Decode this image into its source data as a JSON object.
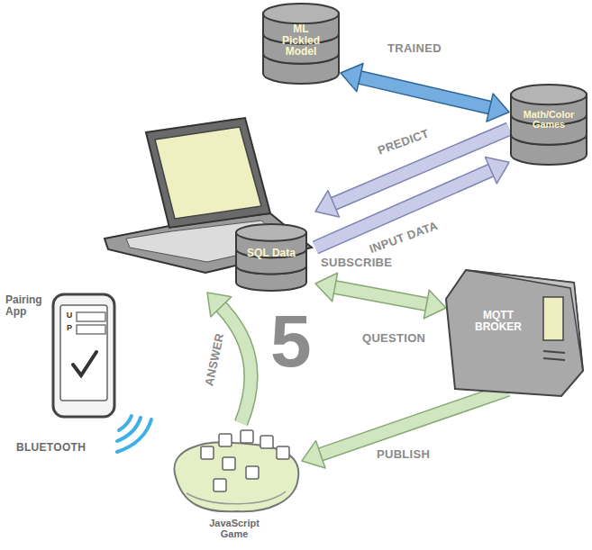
{
  "diagram": {
    "nodes": [
      {
        "text": [
          "ML Pickled Model"
        ]
      },
      {
        "text": [
          "Math/Color Games"
        ]
      },
      {
        "text": [
          "SQL Data"
        ]
      },
      {
        "text": [
          "MQTT BROKER"
        ]
      },
      {
        "text": [
          "Pairing App",
          "U",
          "P"
        ]
      },
      {
        "text": [
          "JavaScript Game"
        ]
      }
    ],
    "edges": [
      {
        "from": 0,
        "to": 1,
        "label": "TRAINED",
        "arrow": "both"
      },
      {
        "from": 1,
        "to": 2,
        "label": "PREDICT",
        "arrow": "to"
      },
      {
        "from": 2,
        "to": 1,
        "label": "INPUT DATA",
        "arrow": "to"
      },
      {
        "from": 2,
        "to": 3,
        "label": "SUBSCRIBE",
        "arrow": "both"
      },
      {
        "from": 3,
        "to": 5,
        "label": "PUBLISH",
        "arrow": "to"
      },
      {
        "from": 5,
        "to": 2,
        "label": "ANSWER",
        "arrow": "to"
      }
    ],
    "labels": [
      "QUESTION",
      "5",
      "BLUETOOTH"
    ]
  }
}
